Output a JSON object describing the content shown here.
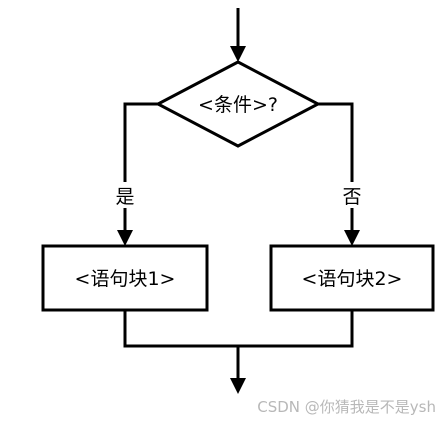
{
  "diagram": {
    "condition_label": "<条件>?",
    "yes_label": "是",
    "no_label": "否",
    "block1_label": "<语句块1>",
    "block2_label": "<语句块2>"
  },
  "watermark": {
    "text": "CSDN @你猜我是不是ysh"
  }
}
